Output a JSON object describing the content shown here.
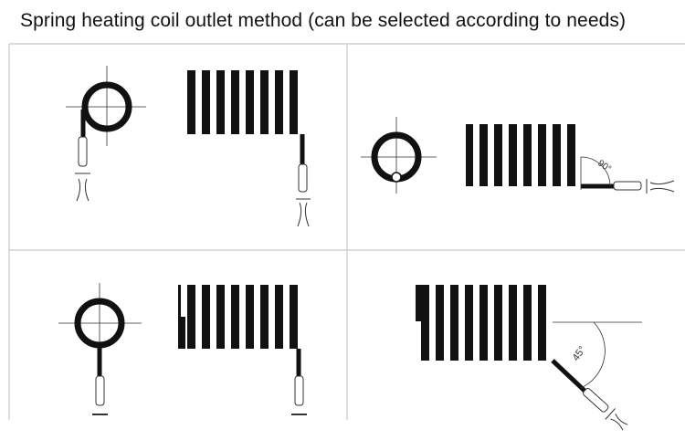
{
  "title": "Spring heating coil outlet method (can be selected according to needs)",
  "panels": [
    {
      "id": "top-left",
      "angle_label": ""
    },
    {
      "id": "top-right",
      "angle_label": "90°"
    },
    {
      "id": "bottom-left",
      "angle_label": ""
    },
    {
      "id": "bottom-right",
      "angle_label": "45°"
    }
  ],
  "colors": {
    "ink": "#111111",
    "grid": "#c8c8c8",
    "background": "#ffffff"
  }
}
